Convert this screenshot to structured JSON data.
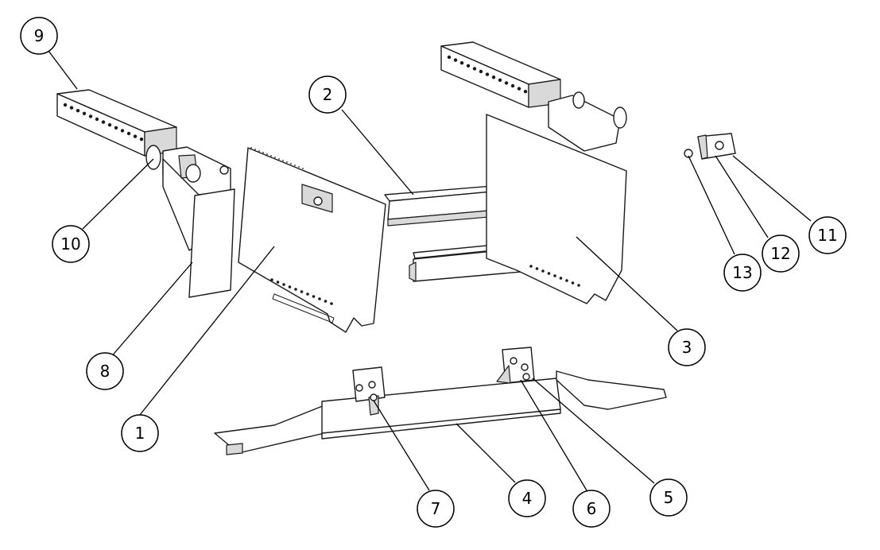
{
  "balloons": [
    {
      "id": "1",
      "label": "1"
    },
    {
      "id": "2",
      "label": "2"
    },
    {
      "id": "3",
      "label": "3"
    },
    {
      "id": "4",
      "label": "4"
    },
    {
      "id": "5",
      "label": "5"
    },
    {
      "id": "6",
      "label": "6"
    },
    {
      "id": "7",
      "label": "7"
    },
    {
      "id": "8",
      "label": "8"
    },
    {
      "id": "9",
      "label": "9"
    },
    {
      "id": "10",
      "label": "10"
    },
    {
      "id": "11",
      "label": "11"
    },
    {
      "id": "12",
      "label": "12"
    },
    {
      "id": "13",
      "label": "13"
    }
  ],
  "colors": {
    "line": "#1a1a1a",
    "background": "#ffffff",
    "shade": "#d9d9d9"
  }
}
